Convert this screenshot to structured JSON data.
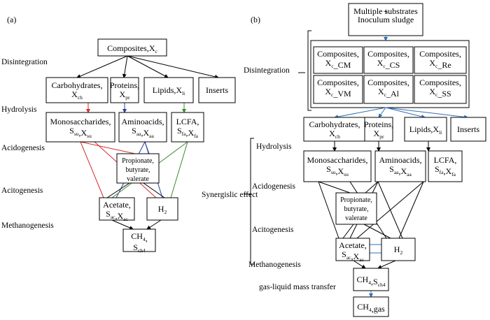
{
  "panel_a": {
    "label": "(a)",
    "stages": {
      "disintegration": "Disintegration",
      "hydrolysis": "Hydrolysis",
      "acidogenesis": "Acidogenesis",
      "acitogenesis": "Acitogenesis",
      "methanogenesis": "Methanogenesis"
    },
    "nodes": {
      "composites": "Composites,X_c",
      "carbohydrates": "Carbohydrates, X_ch",
      "proteins": "Proteins, X_pr",
      "lipids": "Lipids,X_li",
      "inserts": "Inserts",
      "monosaccharides": "Monosaccharides, S_su,X_su",
      "aminoacids": "Aminoacids, S_aa,X_aa",
      "lcfa": "LCFA, S_fa,X_fa",
      "propionate": "Propionate, butyrate, valerate",
      "acetate": "Acetate, S_ac,X_ac",
      "h2": "H_2",
      "ch4": "CH_4, S_ch4"
    },
    "colors": {
      "carbohydrate_path": "#d62b2b",
      "protein_path": "#2b3f9e",
      "lipid_path": "#3c8a2e"
    }
  },
  "panel_b": {
    "label": "(b)",
    "stages": {
      "disintegration": "Disintegration",
      "hydrolysis": "Hydrolysis",
      "acidogenesis": "Acidogenesis",
      "acitogenesis": "Acitogenesis",
      "methanogenesis": "Methanogenesis",
      "synergistic_effect": "Synergislic effect",
      "gas_liquid": "gas-liquid mass transfer"
    },
    "nodes": {
      "substrates": "Multiple substrates + Inoculum sludge",
      "composites": [
        "Composites, X_c_CM",
        "Composites, X_c_CS",
        "Composites, X_c_Re",
        "Composites, X_c_VM",
        "Composites, X_c_Al",
        "Composites, X_c_SS"
      ],
      "carbohydrates": "Carbohydrates, X_ch",
      "proteins": "Proteins, X_pr",
      "lipids": "Lipids,X_li",
      "inserts": "Inserts",
      "monosaccharides": "Monosaccharides, S_su,X_su",
      "aminoacids": "Aminoacids, S_aa,X_aa",
      "lcfa": "LCFA, S_fa,X_fa",
      "propionate": "Propionate, butyrate, valerate",
      "acetate": "Acetate, S_ac,X_ac",
      "h2": "H_2",
      "ch4": "CH_4,S_ch4",
      "ch4gas": "CH_4,gas"
    },
    "colors": {
      "flow_arrow": "#2f6fb5"
    }
  }
}
